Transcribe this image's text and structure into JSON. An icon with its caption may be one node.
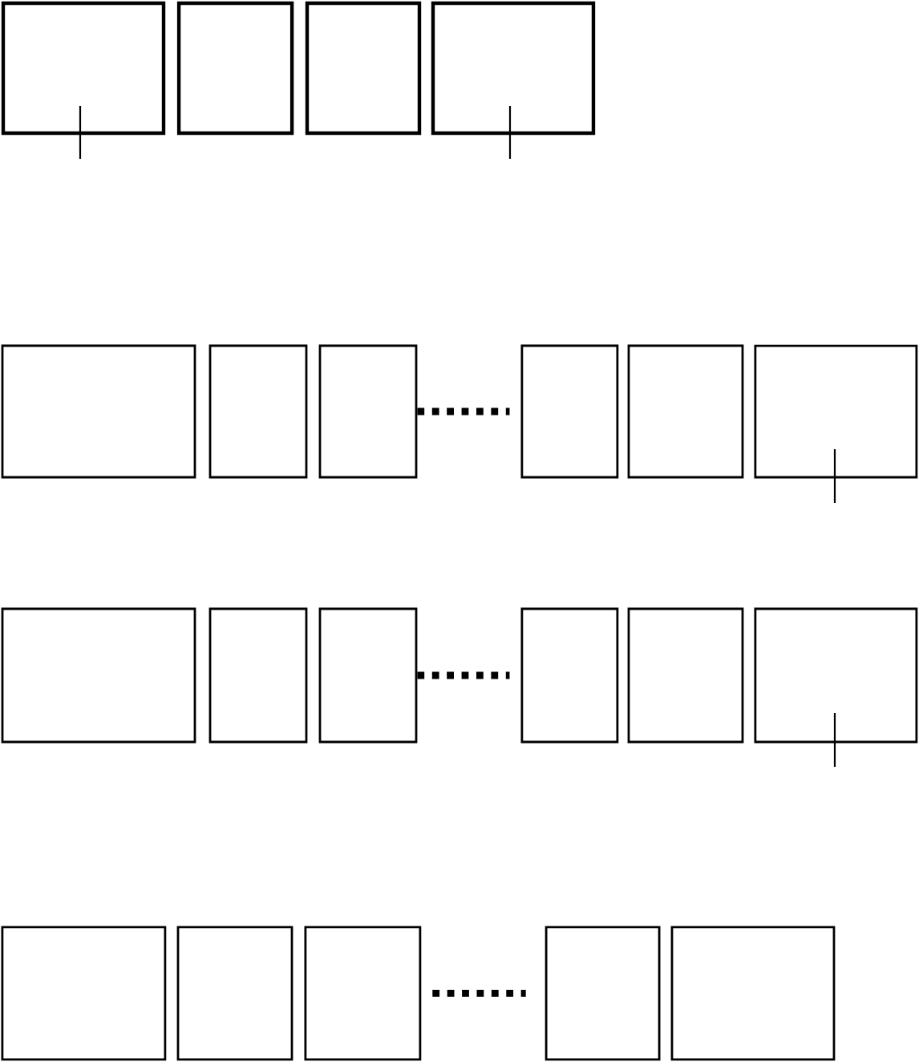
{
  "diagram": {
    "nodes": [
      {
        "text": [],
        "shape": "box"
      },
      {
        "text": [],
        "shape": "box"
      },
      {
        "text": [],
        "shape": "box"
      },
      {
        "text": [],
        "shape": "box"
      },
      {
        "text": [],
        "shape": "box"
      },
      {
        "text": [],
        "shape": "box"
      },
      {
        "text": [],
        "shape": "box"
      },
      {
        "text": [],
        "shape": "box"
      },
      {
        "text": [],
        "shape": "box"
      },
      {
        "text": [],
        "shape": "box"
      },
      {
        "text": [],
        "shape": "box"
      },
      {
        "text": [],
        "shape": "box"
      },
      {
        "text": [],
        "shape": "box"
      },
      {
        "text": [],
        "shape": "box"
      },
      {
        "text": [],
        "shape": "box"
      },
      {
        "text": [],
        "shape": "box"
      },
      {
        "text": [],
        "shape": "box"
      },
      {
        "text": [],
        "shape": "box"
      },
      {
        "text": [],
        "shape": "box"
      },
      {
        "text": [],
        "shape": "box"
      },
      {
        "text": [],
        "shape": "box"
      }
    ],
    "edges": [
      {
        "from": 6,
        "to": 7,
        "arrow": "none",
        "style": "dashed"
      },
      {
        "from": 12,
        "to": 13,
        "arrow": "none",
        "style": "dashed"
      },
      {
        "from": 18,
        "to": 19,
        "arrow": "none",
        "style": "dashed"
      }
    ]
  }
}
